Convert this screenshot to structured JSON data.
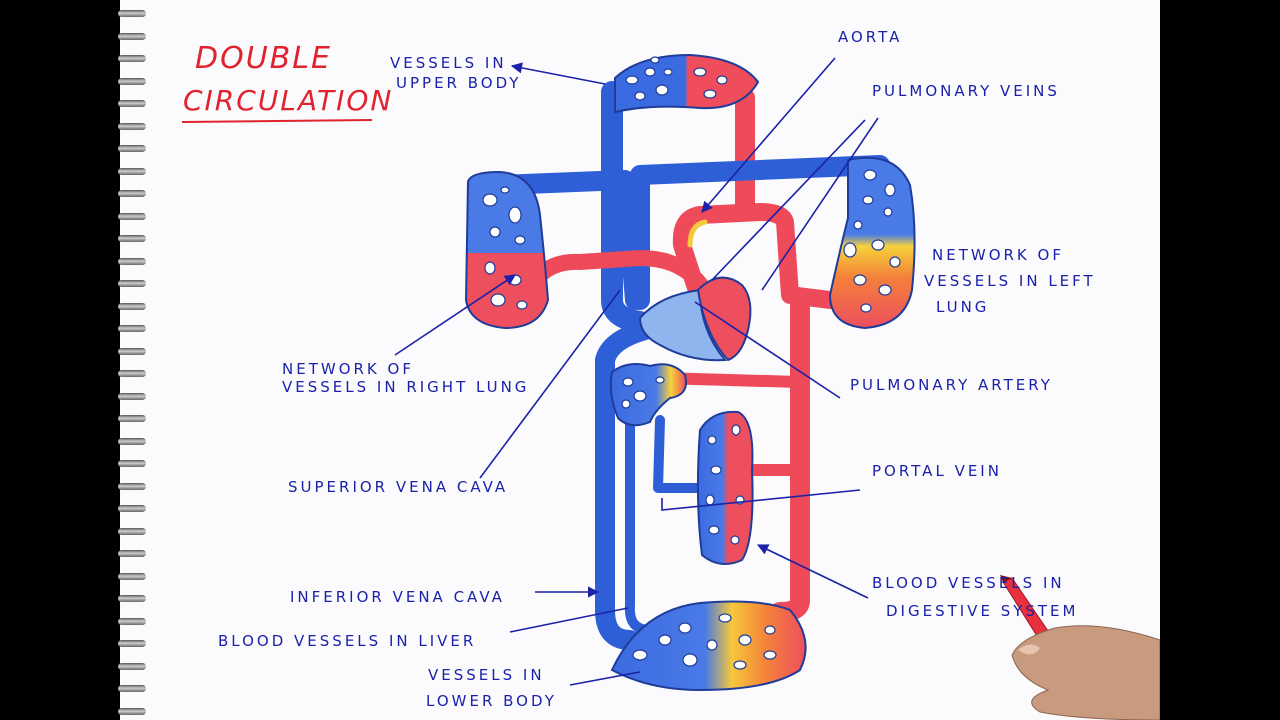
{
  "title": {
    "line1": "DOUBLE",
    "line2": "CIRCULATION"
  },
  "labels": {
    "upper_body_1": "VESSELS IN",
    "upper_body_2": "UPPER BODY",
    "aorta": "AORTA",
    "pulmonary_veins": "PULMONARY VEINS",
    "left_lung_1": "NETWORK OF",
    "left_lung_2": "VESSELS IN LEFT",
    "left_lung_3": "LUNG",
    "right_lung_1": "NETWORK OF",
    "right_lung_2": "VESSELS IN RIGHT LUNG",
    "pulmonary_artery": "PULMONARY ARTERY",
    "superior_vena_cava": "SUPERIOR VENA CAVA",
    "portal_vein": "PORTAL VEIN",
    "digestive_1": "BLOOD VESSELS IN",
    "digestive_2": "DIGESTIVE SYSTEM",
    "inferior_vena_cava": "INFERIOR VENA CAVA",
    "liver": "BLOOD VESSELS IN LIVER",
    "lower_body_1": "VESSELS IN",
    "lower_body_2": "LOWER BODY"
  },
  "colors": {
    "deoxygenated": "#2f5fd6",
    "oxygenated": "#ee4a5a",
    "label_ink": "#1b22a8",
    "title_ink": "#e0232e",
    "pen": "#e8303e"
  }
}
